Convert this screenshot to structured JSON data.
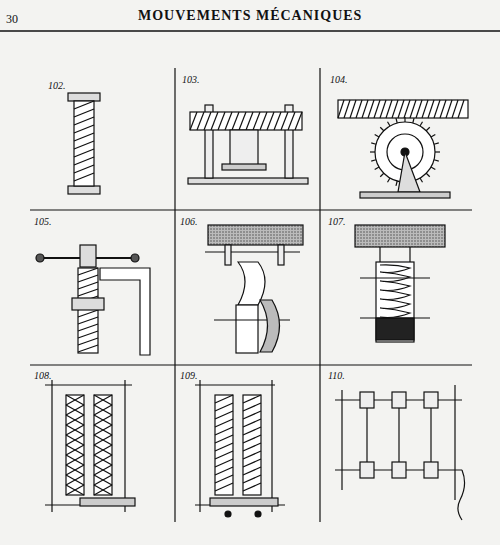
{
  "diagram": {
    "title": "MOUVEMENTS MÉCANIQUES",
    "labels": [
      "30",
      "102.",
      "103.",
      "104.",
      "105.",
      "106.",
      "107.",
      "108.",
      "109.",
      "110."
    ]
  }
}
